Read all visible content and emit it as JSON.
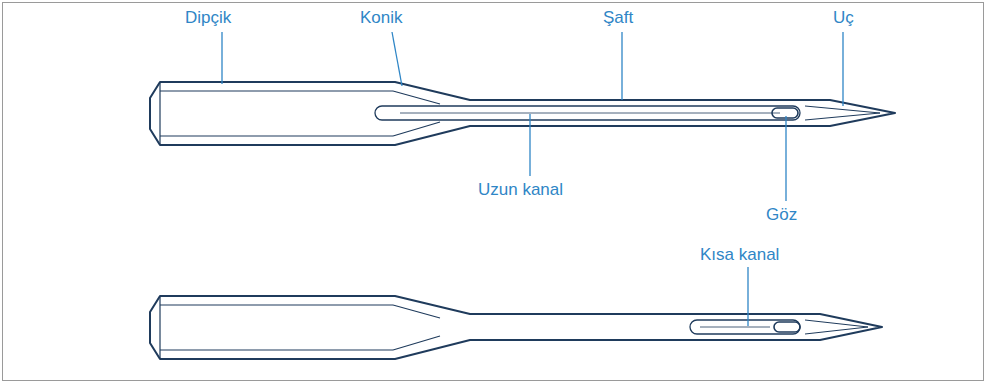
{
  "diagram": {
    "labels": [
      "Dipçik",
      "Konik",
      "Şaft",
      "Uç",
      "Uzun kanal",
      "Göz",
      "Kısa kanal"
    ]
  }
}
